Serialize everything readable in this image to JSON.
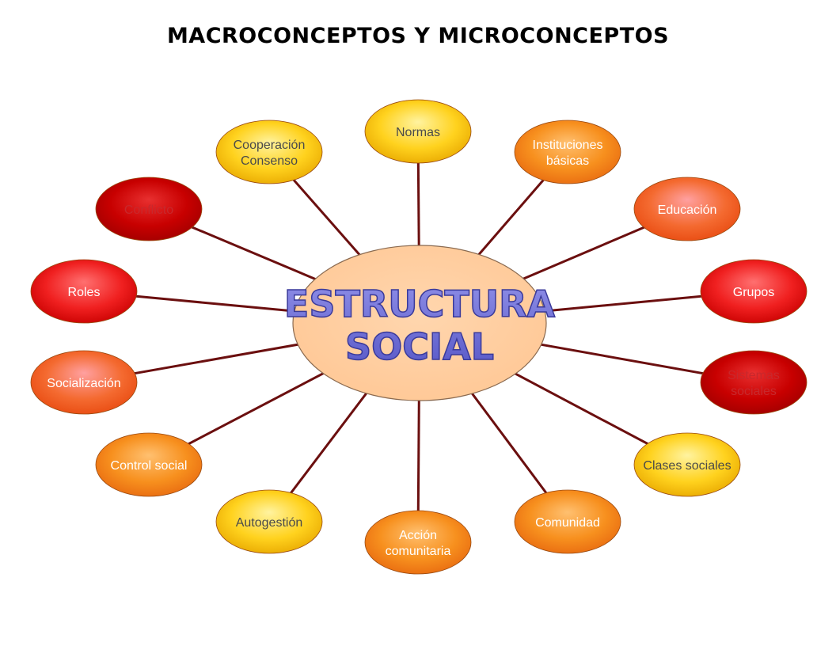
{
  "title": "MACROCONCEPTOS Y MICROCONCEPTOS",
  "center": {
    "lines": [
      "ESTRUCTURA",
      "SOCIAL"
    ],
    "fill_color": "#FFC896",
    "text_color": "#5A5AC8"
  },
  "connector_color": "#6B0F0F",
  "nodes": [
    {
      "id": "normas",
      "lines": [
        "Normas"
      ],
      "style": "yellow"
    },
    {
      "id": "instituciones-basicas",
      "lines": [
        "Instituciones",
        "básicas"
      ],
      "style": "orange"
    },
    {
      "id": "educacion",
      "lines": [
        "Educación"
      ],
      "style": "salmon"
    },
    {
      "id": "grupos",
      "lines": [
        "Grupos"
      ],
      "style": "red"
    },
    {
      "id": "sistemas-sociales",
      "lines": [
        "Sistemas",
        "sociales"
      ],
      "style": "darkred"
    },
    {
      "id": "clases-sociales",
      "lines": [
        "Clases sociales"
      ],
      "style": "yellow"
    },
    {
      "id": "comunidad",
      "lines": [
        "Comunidad"
      ],
      "style": "orange"
    },
    {
      "id": "accion-comunitaria",
      "lines": [
        "Acción",
        "comunitaria"
      ],
      "style": "orange"
    },
    {
      "id": "autogestion",
      "lines": [
        "Autogestión"
      ],
      "style": "yellow"
    },
    {
      "id": "control-social",
      "lines": [
        "Control social"
      ],
      "style": "orange"
    },
    {
      "id": "socializacion",
      "lines": [
        "Socialización"
      ],
      "style": "salmon"
    },
    {
      "id": "roles",
      "lines": [
        "Roles"
      ],
      "style": "red"
    },
    {
      "id": "conflicto",
      "lines": [
        "Conflicto"
      ],
      "style": "darkred"
    },
    {
      "id": "cooperacion-consenso",
      "lines": [
        "Cooperación",
        "Consenso"
      ],
      "style": "yellow"
    }
  ],
  "styles": {
    "yellow": {
      "light": "#FFF3A0",
      "mid": "#FFD21E",
      "dark": "#E8A800",
      "text": "#4A4A4A"
    },
    "orange": {
      "light": "#FFC070",
      "mid": "#F7901E",
      "dark": "#E86A10",
      "text": "#FFFFFF"
    },
    "salmon": {
      "light": "#FFA0A0",
      "mid": "#F46A30",
      "dark": "#E84A10",
      "text": "#FFFFFF"
    },
    "red": {
      "light": "#FF7070",
      "mid": "#F02020",
      "dark": "#C80000",
      "text": "#FFFFFF"
    },
    "darkred": {
      "light": "#E83030",
      "mid": "#C80000",
      "dark": "#A00000",
      "text": "#C8282C"
    }
  }
}
